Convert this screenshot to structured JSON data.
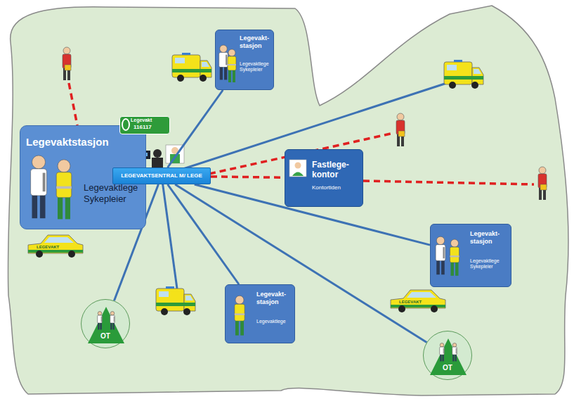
{
  "diagram": {
    "nodes": [
      {
        "text": [
          "Legevaktstasjon",
          "Legevaktlege Sykepleier"
        ]
      },
      {
        "text": [
          "LEGEVAKTSENTRAL M/ LEGE"
        ]
      },
      {
        "text": [
          "Legevakt-stasjon",
          "Legevaktlege Sykepleier"
        ]
      },
      {
        "text": [
          "Fastlege-kontor",
          "Kontortiden"
        ]
      },
      {
        "text": [
          "Legevakt-stasjon",
          "Legevaktlege Sykepleier"
        ]
      },
      {
        "text": [
          "Legevakt-stasjon",
          "Legevaktlege"
        ]
      },
      {
        "text": [
          "OT"
        ]
      },
      {
        "text": [
          "OT"
        ]
      }
    ],
    "edges": [
      {
        "from": 1,
        "to": 2,
        "arrow": "none"
      },
      {
        "from": 1,
        "to": 3,
        "arrow": "none"
      },
      {
        "from": 1,
        "to": 4,
        "arrow": "none"
      },
      {
        "from": 1,
        "to": 5,
        "arrow": "none"
      },
      {
        "from": 1,
        "to": 6,
        "arrow": "none"
      },
      {
        "from": 1,
        "to": 7,
        "arrow": "none"
      }
    ],
    "labels": [
      "Legevakt",
      "116117",
      "LEGEVAKT",
      "LEGEVAKT"
    ]
  }
}
